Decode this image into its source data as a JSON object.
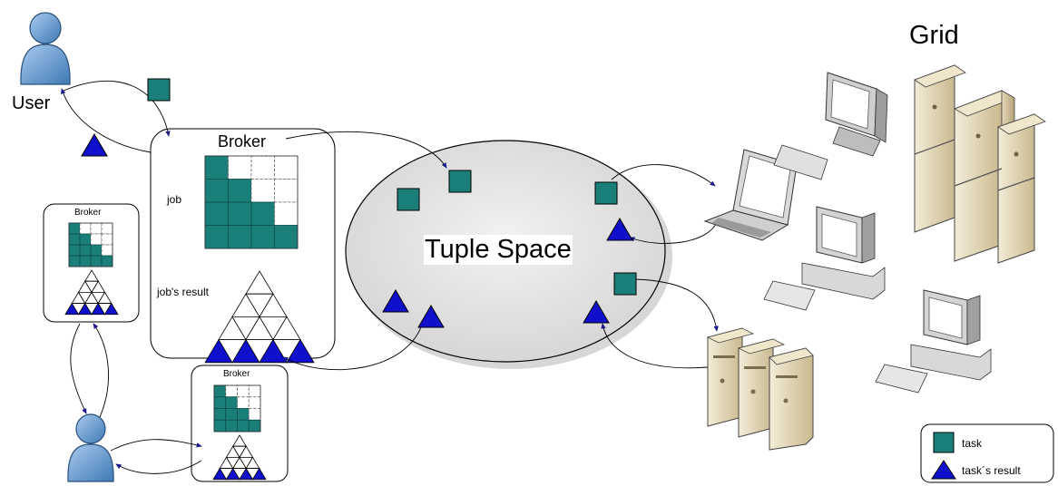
{
  "labels": {
    "user": "User",
    "broker_main": "Broker",
    "broker_small_left": "Broker",
    "broker_small_bottom": "Broker",
    "job": "job",
    "job_result": "job's result",
    "tuple_space": "Tuple Space",
    "grid": "Grid"
  },
  "legend": {
    "task": "task",
    "task_result": "task´s result"
  },
  "colors": {
    "task": "#1a7f78",
    "result": "#1010cc",
    "ellipse": "#e6e6e6",
    "user": "#6a9fd2"
  },
  "icons": [
    "user-icon",
    "laptop-icon",
    "desktop-icon",
    "server-icon",
    "tower-server-icon"
  ]
}
